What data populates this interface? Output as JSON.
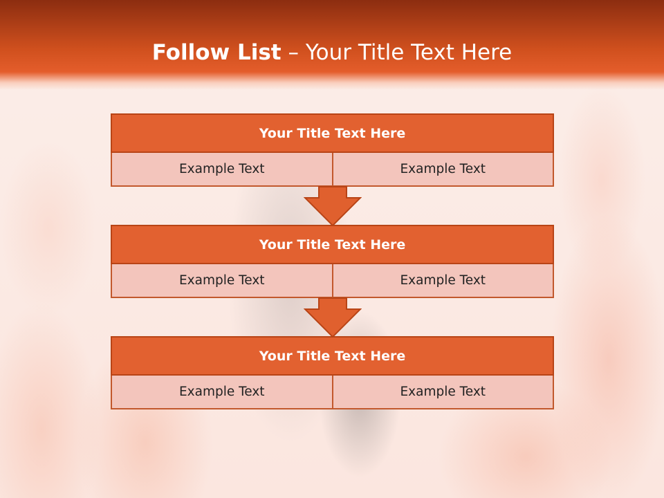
{
  "slide": {
    "title_bold": "Follow List",
    "title_rest": " – Your Title Text Here"
  },
  "steps": [
    {
      "title": "Your Title Text Here",
      "left": "Example Text",
      "right": "Example Text"
    },
    {
      "title": "Your Title Text Here",
      "left": "Example Text",
      "right": "Example Text"
    },
    {
      "title": "Your Title Text Here",
      "left": "Example Text",
      "right": "Example Text"
    }
  ],
  "colors": {
    "header": "#d0501e",
    "title_bar": "#e26130",
    "cell": "#f3c5bc",
    "arrow": "#e0602e"
  }
}
